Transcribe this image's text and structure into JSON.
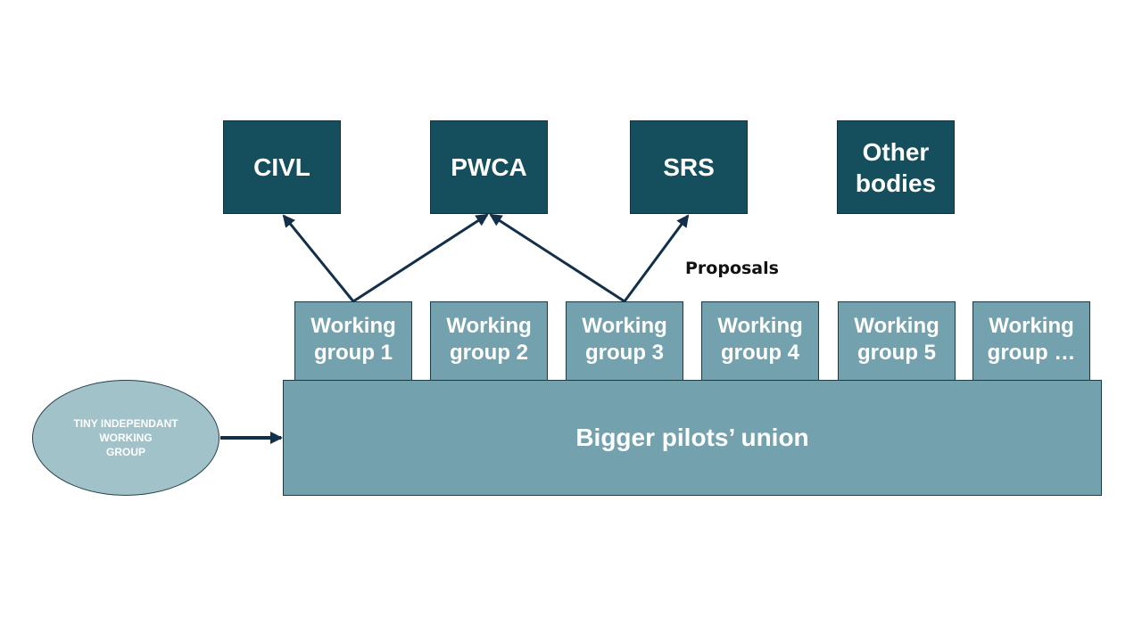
{
  "bodies": [
    {
      "label": "CIVL"
    },
    {
      "label": "PWCA"
    },
    {
      "label": "SRS"
    },
    {
      "label": "Other\nbodies"
    }
  ],
  "proposals_label": "Proposals",
  "working_groups": [
    {
      "label": "Working\ngroup 1"
    },
    {
      "label": "Working\ngroup 2"
    },
    {
      "label": "Working\ngroup 3"
    },
    {
      "label": "Working\ngroup 4"
    },
    {
      "label": "Working\ngroup 5"
    },
    {
      "label": "Working\ngroup …"
    }
  ],
  "union_label": "Bigger pilots’ union",
  "independent_group_label": "TINY INDEPENDANT\nWORKING\nGROUP",
  "connections": [
    {
      "from": "Working group 1",
      "to": "CIVL"
    },
    {
      "from": "Working group 1",
      "to": "PWCA"
    },
    {
      "from": "Working group 3",
      "to": "PWCA"
    },
    {
      "from": "Working group 3",
      "to": "SRS"
    },
    {
      "from": "TINY INDEPENDANT WORKING GROUP",
      "to": "Bigger pilots’ union"
    }
  ],
  "colors": {
    "body_fill": "#154f5d",
    "working_group_fill": "#73a1ad",
    "independent_fill": "#a1c2c8",
    "arrow": "#13304a"
  }
}
